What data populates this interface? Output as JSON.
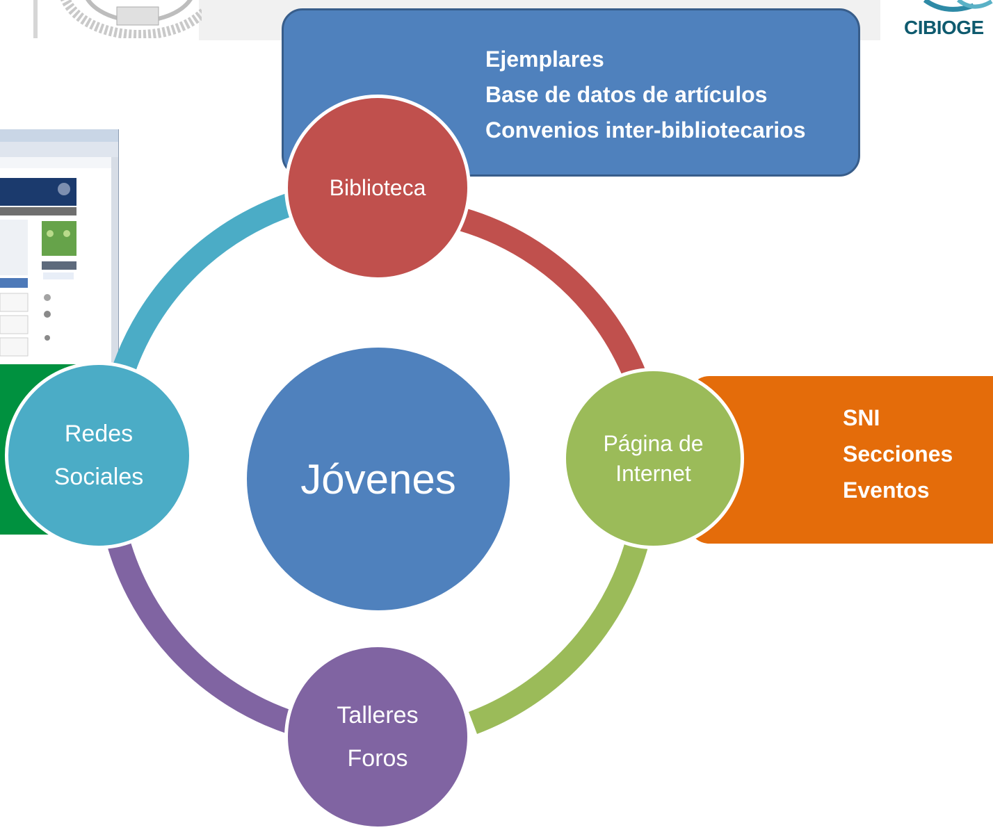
{
  "callouts": {
    "top": [
      "Ejemplares",
      "Base de datos de artículos",
      "Convenios inter-bibliotecarios"
    ],
    "right": [
      "SNI",
      "Secciones",
      "Eventos"
    ]
  },
  "nodes": {
    "center": "Jóvenes",
    "top": [
      "Biblioteca"
    ],
    "right": [
      "Página de",
      "Internet"
    ],
    "bottom": [
      "Talleres",
      "Foros"
    ],
    "left": [
      "Redes",
      "Sociales"
    ]
  },
  "logo": {
    "right_text": "CIBIOGE"
  },
  "colors": {
    "center": "#4f81bd",
    "top": "#c0504d",
    "right": "#9bbb59",
    "bottom": "#8064a2",
    "left": "#4bacc6",
    "callout_top": "#4f81bd",
    "callout_right": "#e46c0a",
    "callout_left": "#00913f"
  }
}
